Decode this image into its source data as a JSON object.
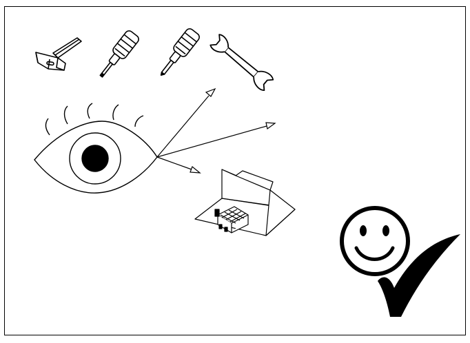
{
  "diagram": {
    "frame": "bordered-panel",
    "tools": [
      {
        "icon": "hammer-icon"
      },
      {
        "icon": "screwdriver-icon"
      },
      {
        "icon": "screwdriver-icon"
      },
      {
        "icon": "wrench-icon"
      }
    ],
    "observer": {
      "icon": "eye-icon"
    },
    "arrows": [
      {
        "name": "arrow-to-tools"
      },
      {
        "name": "arrow-to-right"
      },
      {
        "name": "arrow-to-box"
      }
    ],
    "target": {
      "icon": "open-box-with-component-icon"
    },
    "result": [
      {
        "icon": "smiley-face-icon"
      },
      {
        "icon": "checkmark-icon"
      }
    ],
    "colors": {
      "stroke": "#000000",
      "background": "#ffffff"
    }
  }
}
